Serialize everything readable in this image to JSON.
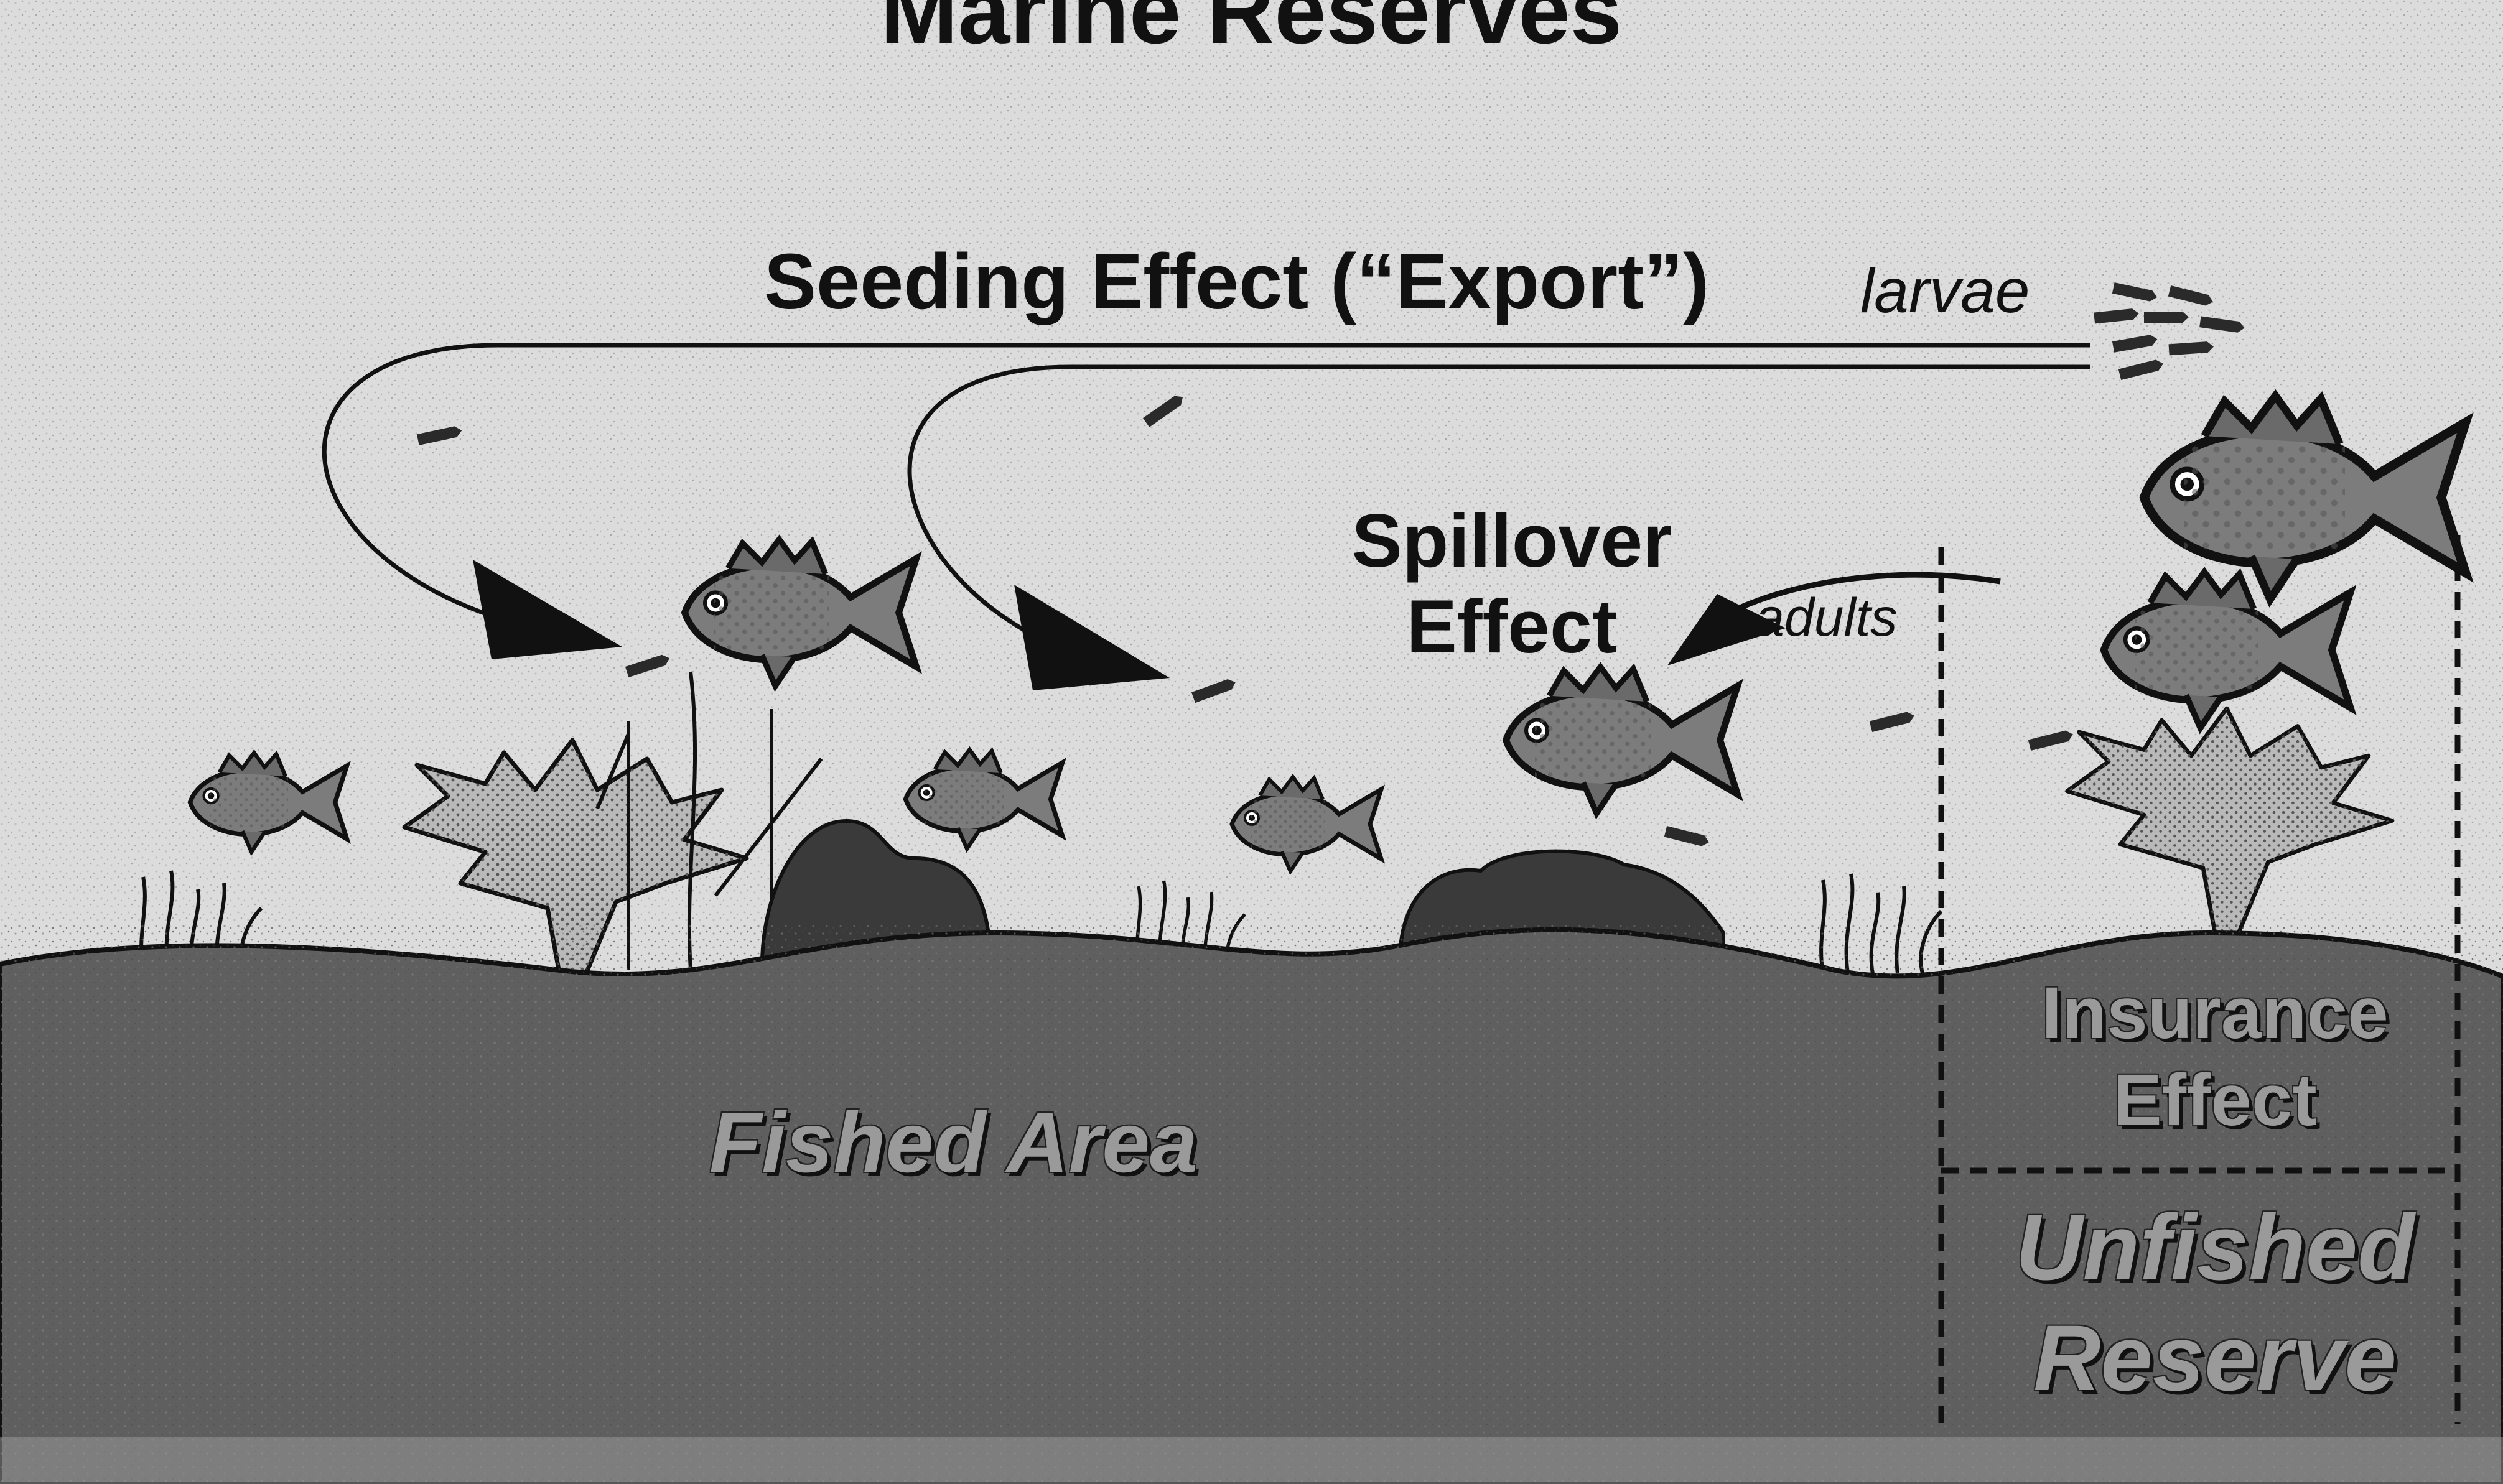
{
  "title": "Marine Reserves",
  "seeding": {
    "label": "Seeding Effect (“Export”)",
    "sublabel": "larvae"
  },
  "spillover": {
    "line1": "Spillover",
    "line2": "Effect",
    "sublabel": "adults"
  },
  "regions": {
    "fished": "Fished Area",
    "insurance_line1": "Insurance",
    "insurance_line2": "Effect",
    "reserve_line1": "Unfished",
    "reserve_line2": "Reserve"
  },
  "colors": {
    "water": "#dcdcdc",
    "seafloor": "#5f5f5f",
    "coral": "#b9b9b9",
    "rock": "#3a3a3a",
    "fish": "#7c7c7c",
    "ink": "#111111"
  }
}
